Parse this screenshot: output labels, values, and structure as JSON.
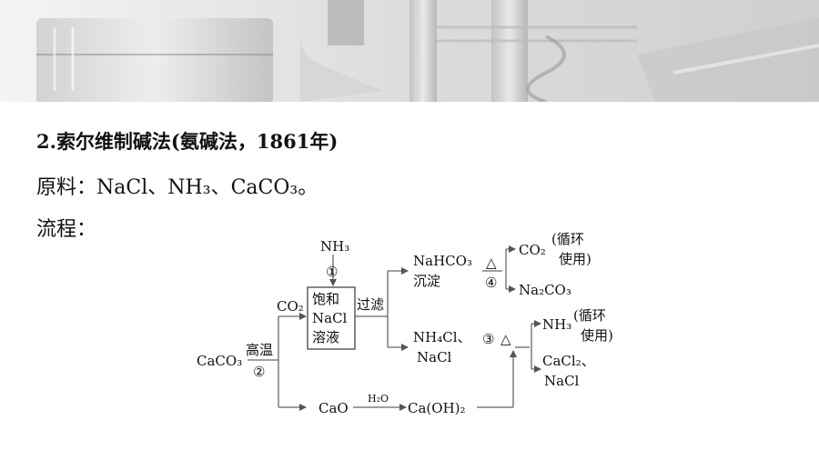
{
  "heading": {
    "number": "2.",
    "title": "索尔维制碱法(氨碱法，1861年)"
  },
  "materials": {
    "label": "原料：",
    "items": [
      "NaCl",
      "NH₃",
      "CaCO₃"
    ],
    "separator": "、",
    "end": "。"
  },
  "flow": {
    "label": "流程："
  },
  "diagram": {
    "nh3_top": "NH₃",
    "step1": "①",
    "saturated_line1": "饱和",
    "saturated_line2": "NaCl",
    "saturated_line3": "溶液",
    "co2_in": "CO₂",
    "filter": "过滤",
    "caco3": "CaCO₃",
    "high_temp": "高温",
    "step2": "②",
    "nahco3": "NaHCO₃",
    "precipitate": "沉淀",
    "heat1": "△",
    "step4": "④",
    "co2_out": "CO₂",
    "recycle1_line1": "(循环",
    "recycle1_line2": "使用)",
    "na2co3": "Na₂CO₃",
    "nh4cl": "NH₄Cl、",
    "nacl_mid": "NaCl",
    "step3": "③",
    "heat2": "△",
    "nh3_out": "NH₃",
    "recycle2_line1": "(循环",
    "recycle2_line2": "使用)",
    "cacl2": "CaCl₂、",
    "nacl_out": "NaCl",
    "cao": "CaO",
    "h2o": "H₂O",
    "caoh2": "Ca(OH)₂"
  }
}
